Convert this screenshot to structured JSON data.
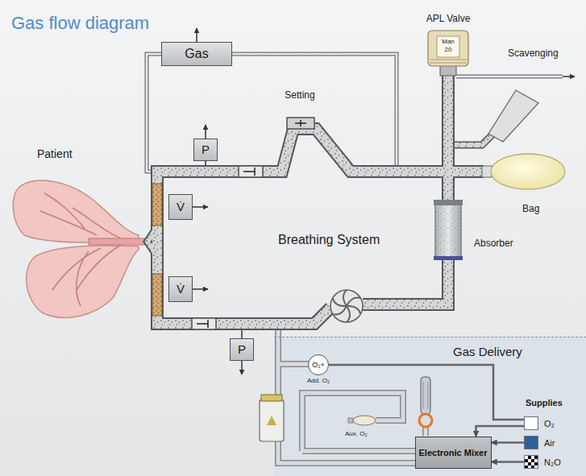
{
  "diagram": {
    "title": "Gas flow diagram",
    "nodes": [
      {
        "text": [
          "Gas"
        ]
      },
      {
        "text": [
          "P"
        ]
      },
      {
        "text": [
          "V̇"
        ]
      },
      {
        "text": [
          "V̇"
        ]
      },
      {
        "text": [
          "P"
        ]
      },
      {
        "text": [
          "Gas Delivery"
        ]
      },
      {
        "text": [
          "O₂+"
        ],
        "in": 5
      },
      {
        "text": [
          "O₂"
        ],
        "in": 5
      },
      {
        "text": [
          "Air"
        ],
        "in": 5
      },
      {
        "text": [
          "N₂O"
        ],
        "in": 5
      },
      {
        "text": [
          "Electronic Mixer"
        ],
        "in": 5
      }
    ],
    "edges": [
      {
        "from": 7,
        "to": 6,
        "arrow": "none"
      },
      {
        "from": 7,
        "to": 10,
        "arrow": "to"
      },
      {
        "from": 8,
        "to": 10,
        "arrow": "to"
      },
      {
        "from": 9,
        "to": 10,
        "arrow": "to"
      }
    ],
    "labels": [
      "Patient",
      "Setting",
      "APL Valve",
      "Man",
      "20",
      "Scavenging",
      "Bag",
      "Breathing System",
      "Absorber",
      "Add. O₂",
      "Aux. O₂",
      "Supplies"
    ]
  }
}
